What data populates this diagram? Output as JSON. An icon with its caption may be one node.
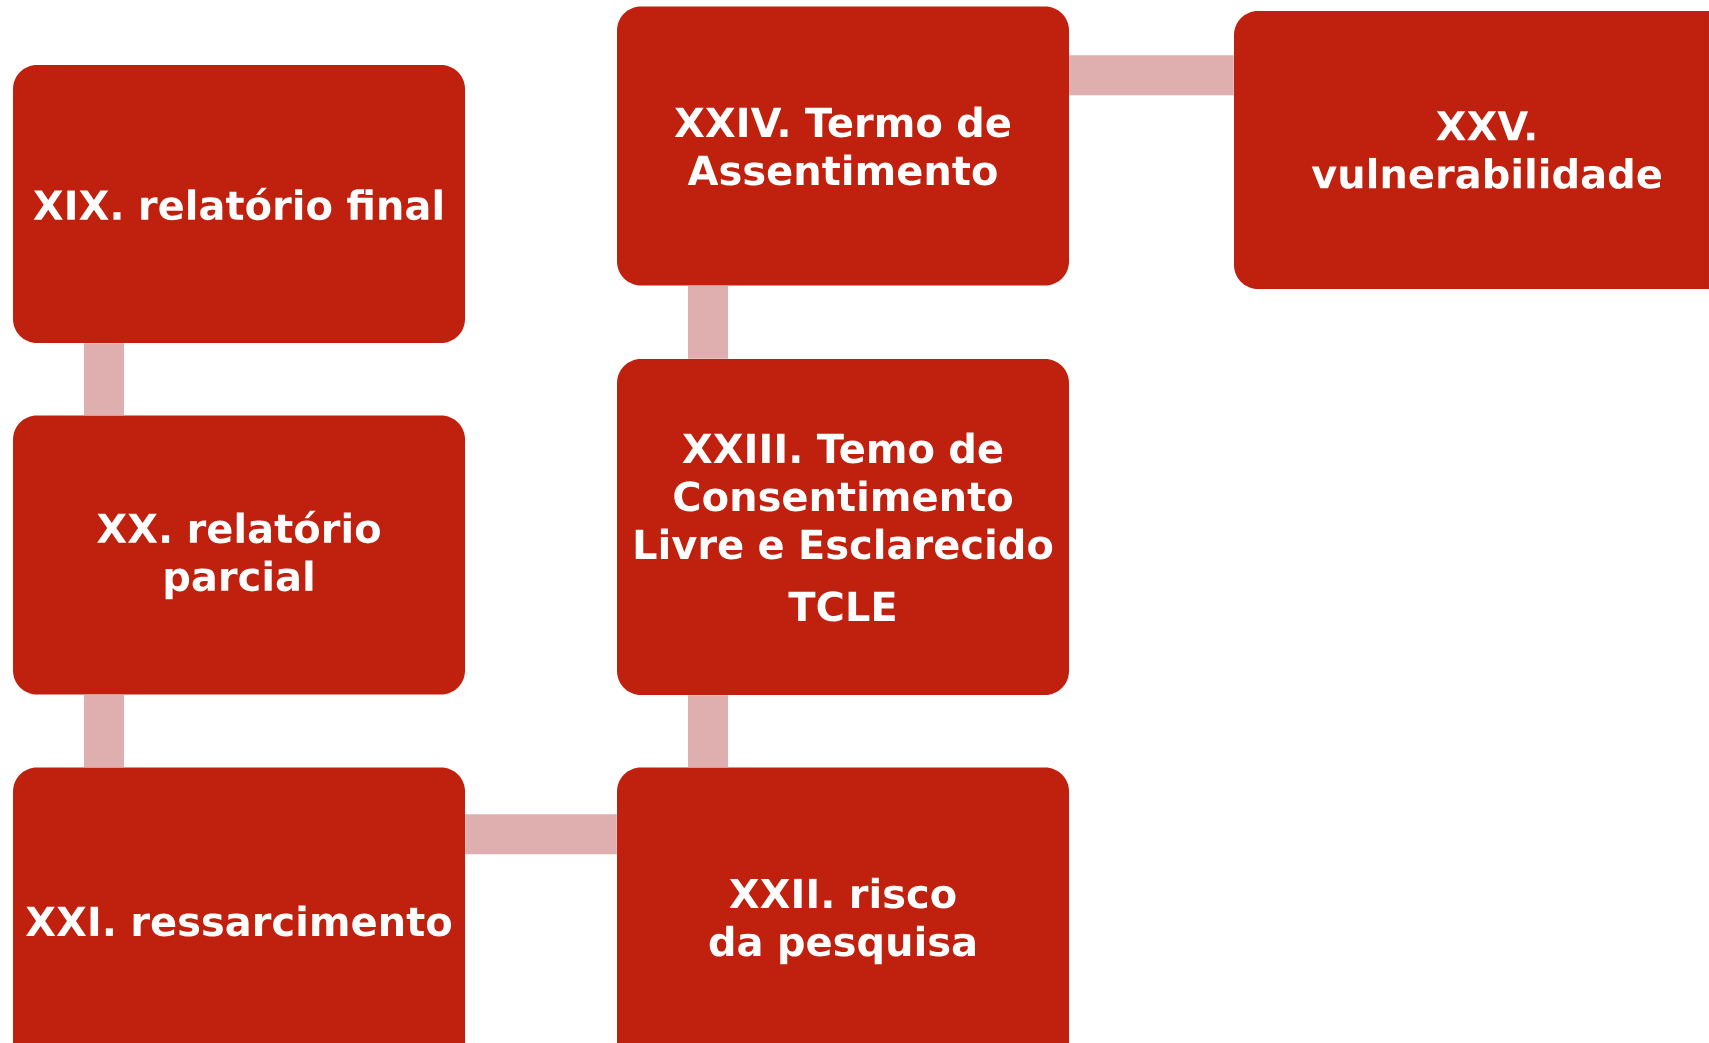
{
  "diagram": {
    "nodes": [
      {
        "text": [
          "XIX. relatório final"
        ]
      },
      {
        "text": [
          "XX. relatório parcial"
        ]
      },
      {
        "text": [
          "XXI. ressarcimento"
        ]
      },
      {
        "text": [
          "XXII. risco da pesquisa"
        ]
      },
      {
        "text": [
          "XXIII. Temo de Consentimento Livre e Esclarecido",
          "TCLE"
        ]
      },
      {
        "text": [
          "XXIV. Termo de Assentimento"
        ]
      },
      {
        "text": [
          "XXV. vulnerabilidade"
        ]
      }
    ],
    "edges": [
      {
        "from": 0,
        "to": 1,
        "arrow": "none"
      },
      {
        "from": 1,
        "to": 2,
        "arrow": "none"
      },
      {
        "from": 2,
        "to": 3,
        "arrow": "none"
      },
      {
        "from": 3,
        "to": 4,
        "arrow": "none"
      },
      {
        "from": 4,
        "to": 5,
        "arrow": "none"
      },
      {
        "from": 5,
        "to": 6,
        "arrow": "none"
      }
    ]
  }
}
